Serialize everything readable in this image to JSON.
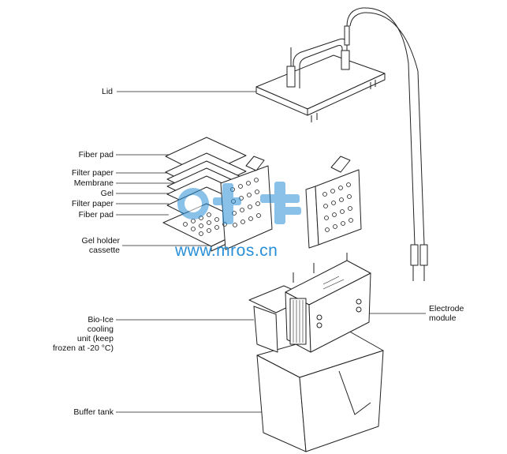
{
  "labels": {
    "lid": "Lid",
    "fiber_pad_top": "Fiber pad",
    "filter_paper_top": "Filter paper",
    "membrane": "Membrane",
    "gel": "Gel",
    "filter_paper_bottom": "Filter paper",
    "fiber_pad_bottom": "Fiber pad",
    "gel_holder_cassette": "Gel holder\ncassette",
    "bio_ice": "Bio-Ice\ncooling\nunit (keep\nfrozen at -20 °C)",
    "buffer_tank": "Buffer tank",
    "electrode_module": "Electrode\nmodule"
  },
  "watermark": {
    "url": "www.mros.cn",
    "color": "#2a8fd6"
  }
}
